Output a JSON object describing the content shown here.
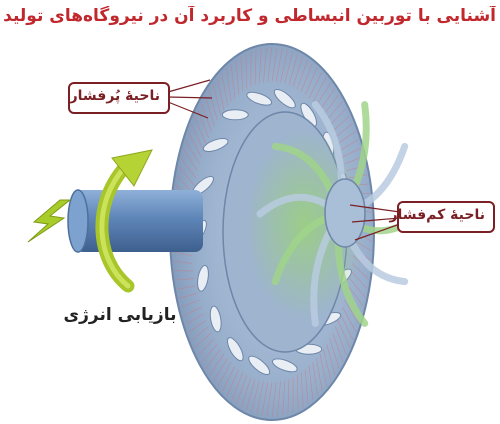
{
  "title": "آشنایی با توربین انبساطی و کاربرد آن در نیروگاه‌های تولید برق",
  "labels": {
    "high_pressure": "ناحیهٔ پُرفشار",
    "low_pressure": "ناحیهٔ کم‌فشار",
    "energy_recovery": "بازیابی انرژی"
  },
  "colors": {
    "title": "#c0282e",
    "callout_border": "#7a1f24",
    "disc": "#8fa8c8",
    "shaft": "#5f86b8",
    "arrow": "#b5d334",
    "lightning": "#a8cc2a"
  },
  "icons": [
    "lightning-icon",
    "rotation-arrow-icon"
  ]
}
